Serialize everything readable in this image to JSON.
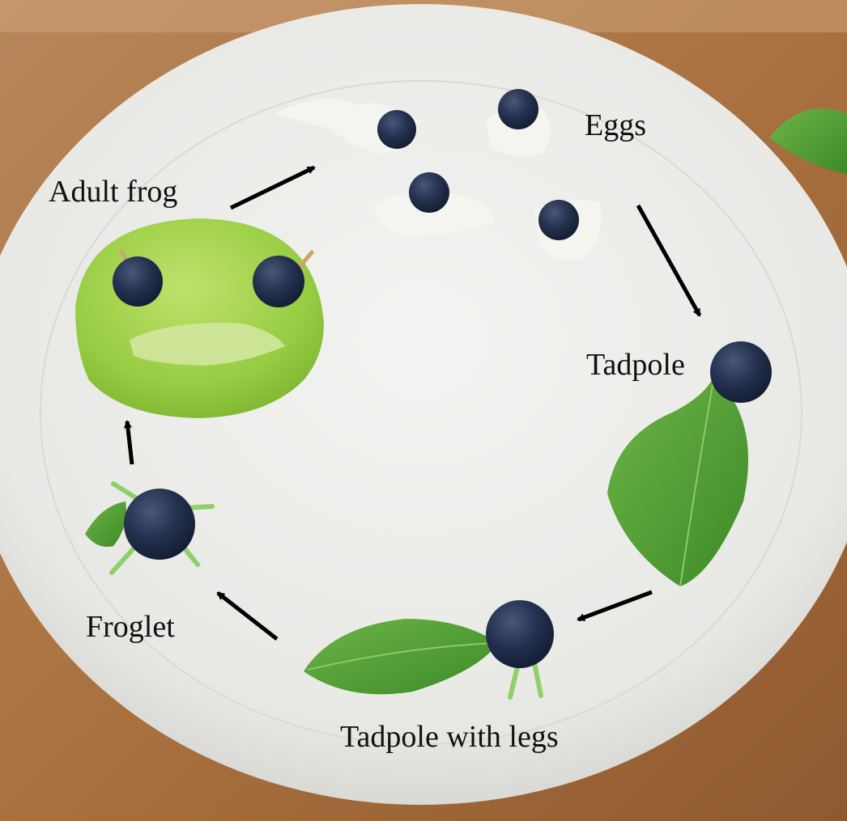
{
  "labels": {
    "adult_frog": "Adult frog",
    "eggs": "Eggs",
    "tadpole": "Tadpole",
    "tadpole_with_legs": "Tadpole with legs",
    "froglet": "Froglet"
  },
  "colors": {
    "table_wood": "#b07a4c",
    "plate": "#ececea",
    "apple_green": "#9ccf4a",
    "blueberry": "#1f2a44",
    "basil": "#4f9a32",
    "cream_cheese": "#f4f4f0",
    "arrow": "#000000",
    "label_text": "#111111"
  }
}
